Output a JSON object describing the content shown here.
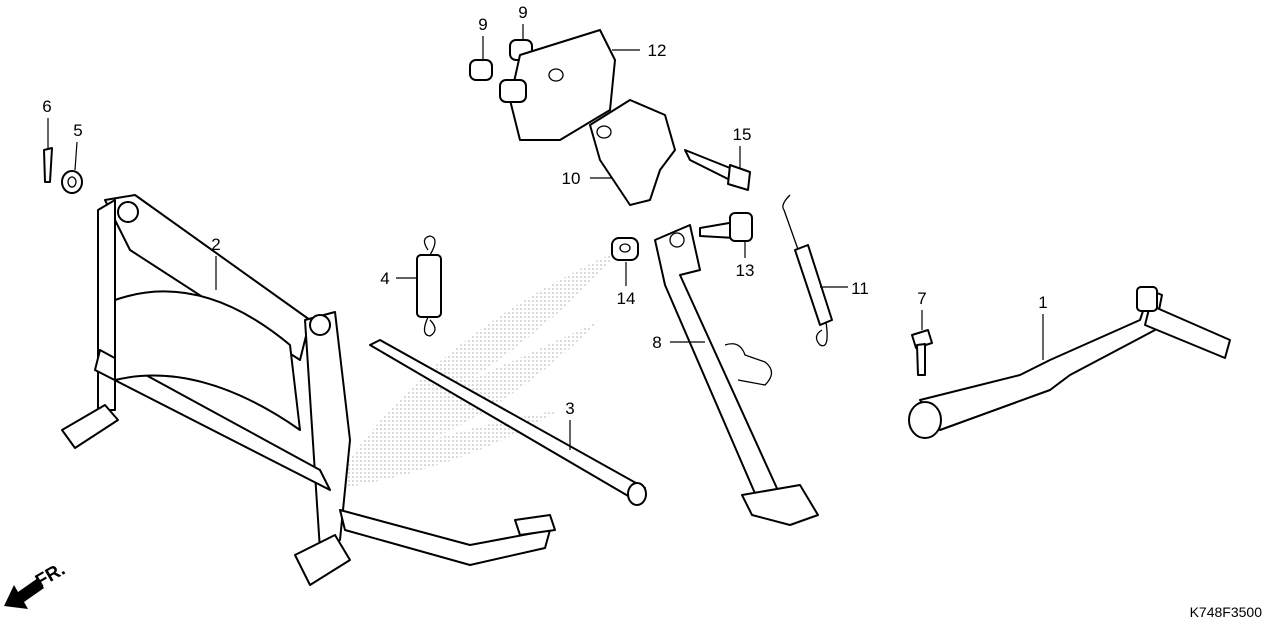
{
  "diagram": {
    "code": "K748F3500",
    "direction_label": "FR.",
    "callouts": [
      {
        "id": "1",
        "part": "kick-starter-arm"
      },
      {
        "id": "2",
        "part": "main-stand"
      },
      {
        "id": "3",
        "part": "main-stand-pivot-shaft"
      },
      {
        "id": "4",
        "part": "main-stand-spring"
      },
      {
        "id": "5",
        "part": "washer"
      },
      {
        "id": "6",
        "part": "cotter-pin"
      },
      {
        "id": "7",
        "part": "bolt"
      },
      {
        "id": "8",
        "part": "side-stand"
      },
      {
        "id": "9",
        "part": "collar"
      },
      {
        "id": "9",
        "part": "collar"
      },
      {
        "id": "10",
        "part": "side-stand-bracket"
      },
      {
        "id": "11",
        "part": "side-stand-spring"
      },
      {
        "id": "12",
        "part": "bracket-plate"
      },
      {
        "id": "13",
        "part": "side-stand-pivot-bolt"
      },
      {
        "id": "14",
        "part": "nut"
      },
      {
        "id": "15",
        "part": "flange-bolt"
      }
    ]
  }
}
